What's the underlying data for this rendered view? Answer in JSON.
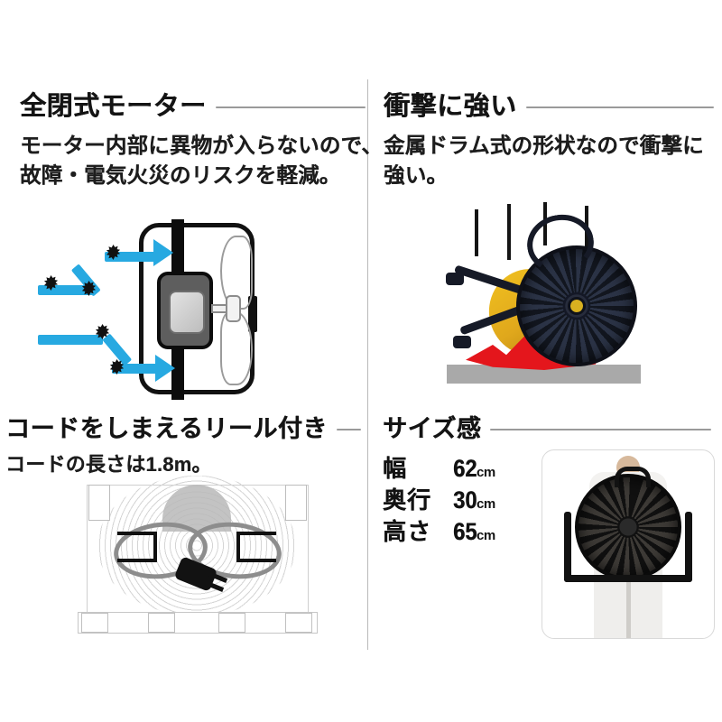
{
  "panels": {
    "motor": {
      "heading": "全閉式モーター",
      "body_lines": [
        "モーター内部に異物が入らないので、",
        "故障・電気火災のリスクを軽減。"
      ],
      "illustration_name": "enclosed-motor-airflow-diagram"
    },
    "impact": {
      "heading": "衝撃に強い",
      "body_lines": [
        "金属ドラム式の形状なので衝撃に",
        "強い。"
      ],
      "illustration_name": "fan-drop-impact-illustration"
    },
    "reel": {
      "heading": "コードをしまえるリール付き",
      "body_lines": [
        "コードの長さは1.8m。"
      ],
      "illustration_name": "cord-reel-diagram"
    },
    "size": {
      "heading": "サイズ感",
      "specs": [
        {
          "label": "幅",
          "value": "62",
          "unit": "cm"
        },
        {
          "label": "奥行",
          "value": "30",
          "unit": "cm"
        },
        {
          "label": "高さ",
          "value": "65",
          "unit": "cm"
        }
      ],
      "illustration_name": "person-holding-fan-photo"
    }
  },
  "colors": {
    "airflow_blue": "#27a9e1",
    "impact_red": "#e4161c",
    "drum_yellow": "#e0a81c",
    "floor_gray": "#a9a9a9",
    "rule_gray": "#9a9a9a",
    "divider_gray": "#b9b9b9",
    "text_black": "#141414"
  }
}
